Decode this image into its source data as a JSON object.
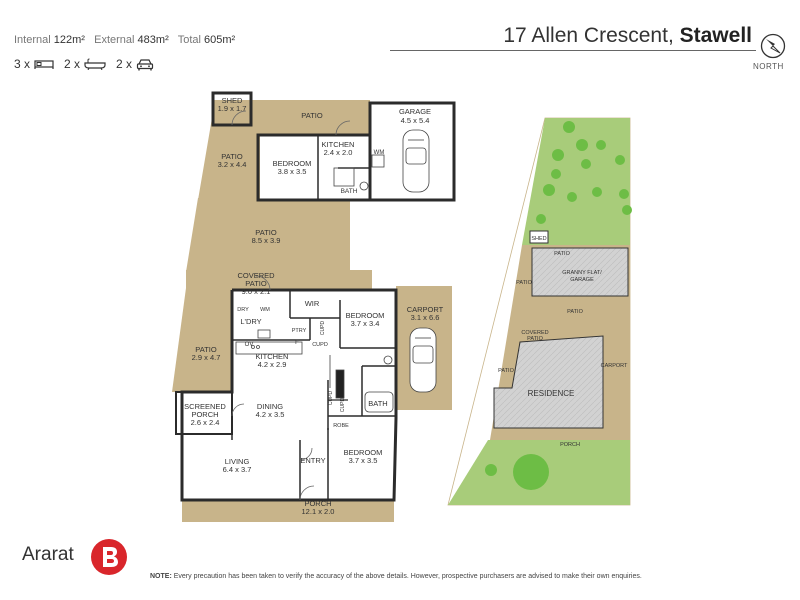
{
  "header": {
    "internal_label": "Internal",
    "internal_value": "122m²",
    "external_label": "External",
    "external_value": "483m²",
    "total_label": "Total",
    "total_value": "605m²",
    "bed_count": "3 x",
    "bath_count": "2 x",
    "car_count": "2 x",
    "address_street": "17 Allen Crescent,",
    "address_suburb": "Stawell",
    "north_label": "NORTH"
  },
  "floorplan": {
    "shed_name": "SHED",
    "shed_size": "1.9 x 1.7",
    "patio_top": "PATIO",
    "garage_name": "GARAGE",
    "garage_size": "4.5 x 5.4",
    "kitchen2_name": "KITCHEN",
    "kitchen2_size": "2.4 x 2.0",
    "bedroom_flat_name": "BEDROOM",
    "bedroom_flat_size": "3.8 x 3.5",
    "wm1": "WM",
    "bath1": "BATH",
    "patio_left_name": "PATIO",
    "patio_left_size": "3.2 x 4.4",
    "patio_mid_name": "PATIO",
    "patio_mid_size": "8.5 x 3.9",
    "covered_name": "COVERED",
    "covered_name2": "PATIO",
    "covered_size": "9.0 x 2.1",
    "wir": "WIR",
    "bedroom1_name": "BEDROOM",
    "bedroom1_size": "3.7 x 3.4",
    "carport_name": "CARPORT",
    "carport_size": "3.1 x 6.6",
    "dry": "DRY",
    "wm2": "WM",
    "ldry": "L'DRY",
    "ptry": "PTRY",
    "cupd1": "CUPD",
    "cupd2": "CUPD",
    "cupd3": "CUPD",
    "cupd4": "CUPD",
    "ov": "OV",
    "f_label": "F",
    "patio_side_name": "PATIO",
    "patio_side_size": "2.9 x 4.7",
    "kitchen_name": "KITCHEN",
    "kitchen_size": "4.2 x 2.9",
    "bath2": "BATH",
    "screened_name": "SCREENED",
    "screened_name2": "PORCH",
    "screened_size": "2.6 x 2.4",
    "dining_name": "DINING",
    "dining_size": "4.2 x 3.5",
    "robe": "ROBE",
    "living_name": "LIVING",
    "living_size": "6.4 x 3.7",
    "entry": "ENTRY",
    "bedroom2_name": "BEDROOM",
    "bedroom2_size": "3.7 x 3.5",
    "porch_name": "PORCH",
    "porch_size": "12.1 x 2.0"
  },
  "siteplan": {
    "shed": "SHED",
    "patio1": "PATIO",
    "granny1": "GRANNY FLAT/",
    "granny2": "GARAGE",
    "patio2": "PATIO",
    "patio3": "PATIO",
    "covered1": "COVERED",
    "covered2": "PATIO",
    "patio4": "PATIO",
    "carport": "CARPORT",
    "residence": "RESIDENCE",
    "porch": "PORCH"
  },
  "footer": {
    "brand": "Ararat",
    "note_label": "NOTE:",
    "note_text": "Every precaution has been taken to verify the accuracy of the above details. However, prospective purchasers are advised to make their own enquiries."
  },
  "colors": {
    "patio": "#c8b48a",
    "wall": "#2b2b2b",
    "grass": "#a8cc7a",
    "tree": "#6dbd45",
    "logo": "#d9262b",
    "site_building": "#d6d6d6"
  }
}
